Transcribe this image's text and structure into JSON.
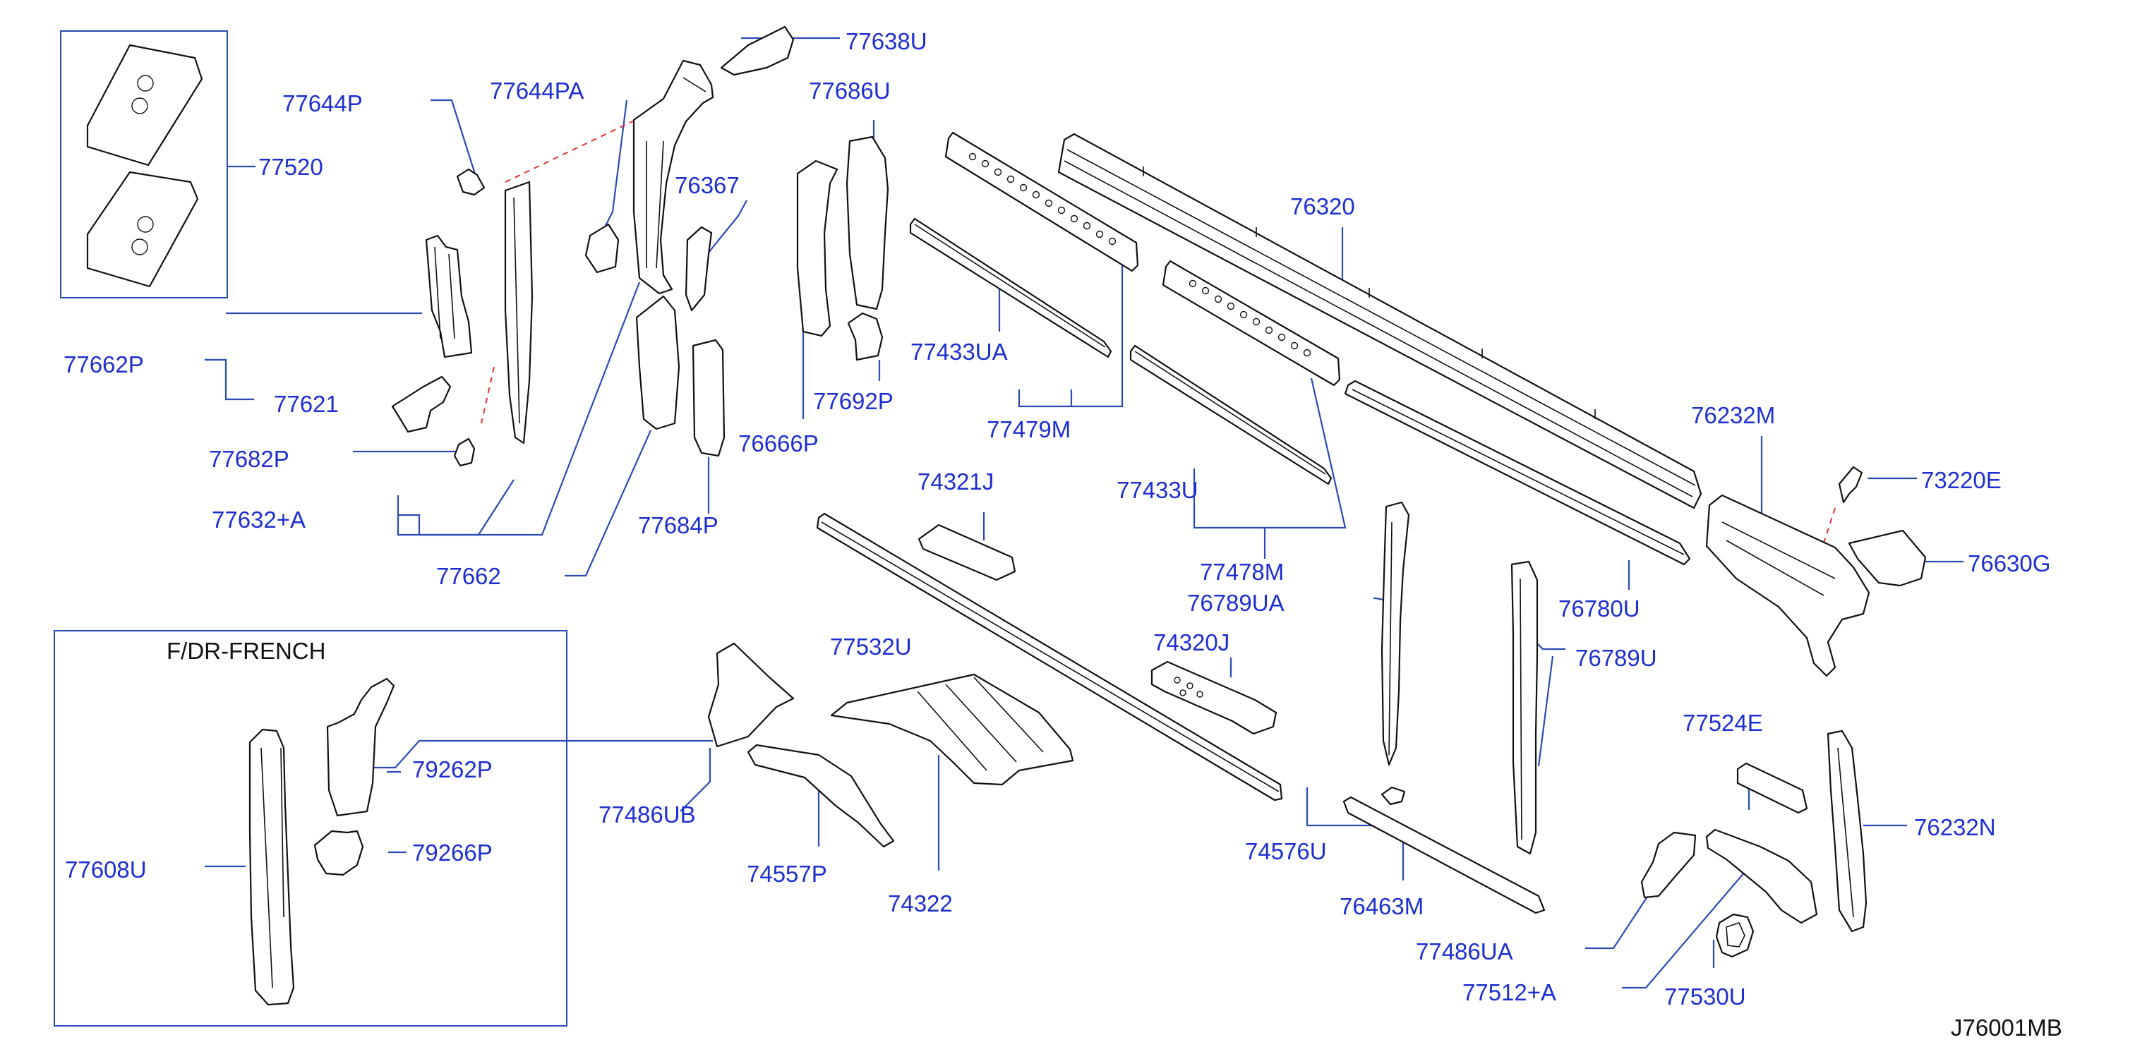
{
  "diagram": {
    "code": "J76001MB",
    "inset_title": "F/DR-FRENCH",
    "labels": {
      "l77638U": "77638U",
      "l77644P": "77644P",
      "l77644PA": "77644PA",
      "l77686U": "77686U",
      "l77520": "77520",
      "l76367": "76367",
      "l76320": "76320",
      "l77662P": "77662P",
      "l77621": "77621",
      "l77682P": "77682P",
      "l77632A": "77632+A",
      "l77662": "77662",
      "l77684P": "77684P",
      "l76666P": "76666P",
      "l77692P": "77692P",
      "l77433UA": "77433UA",
      "l77479M": "77479M",
      "l76232M": "76232M",
      "l73220E": "73220E",
      "l77433U": "77433U",
      "l74321J": "74321J",
      "l77478M": "77478M",
      "l76789UA": "76789UA",
      "l76630G": "76630G",
      "l76780U": "76780U",
      "l77532U": "77532U",
      "l74320J": "74320J",
      "l76789U": "76789U",
      "l79262P": "79262P",
      "l77608U": "77608U",
      "l79266P": "79266P",
      "l77486UB": "77486UB",
      "l74557P": "74557P",
      "l74322": "74322",
      "l77524E": "77524E",
      "l76232N": "76232N",
      "l74576U": "74576U",
      "l76463M": "76463M",
      "l77486UA": "77486UA",
      "l77512A": "77512+A",
      "l77530U": "77530U"
    }
  }
}
